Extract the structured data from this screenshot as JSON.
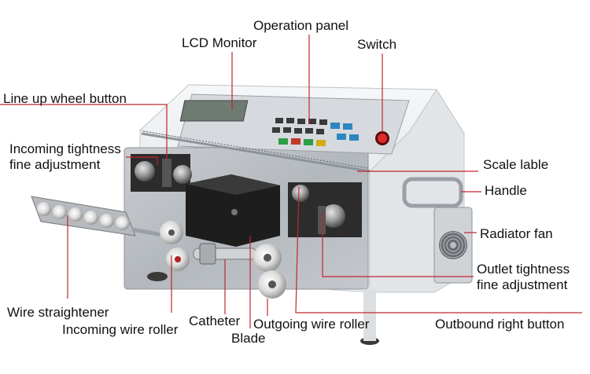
{
  "colors": {
    "leader_line": "#c1272d",
    "machine_body": "#eef0f2",
    "front_panel": "#b7bcc1",
    "rollers": "#dcdcdc",
    "text": "#111111"
  },
  "labels": {
    "operation_panel": "Operation panel",
    "lcd_monitor": "LCD Monitor",
    "switch": "Switch",
    "line_up_wheel_button": "Line up wheel button",
    "incoming_tightness_1": "Incoming tightness",
    "incoming_tightness_2": "fine adjustment",
    "scale_lable": "Scale lable",
    "handle": "Handle",
    "radiator_fan": "Radiator fan",
    "outlet_tightness_1": "Outlet tightness",
    "outlet_tightness_2": "fine adjustment",
    "wire_straightener": "Wire straightener",
    "incoming_wire_roller": "Incoming wire roller",
    "catheter": "Catheter",
    "blade": "Blade",
    "outgoing_wire_roller": "Outgoing wire roller",
    "outbound_right_button": "Outbound right button"
  },
  "icons": [
    "switch-icon",
    "radiator-fan-icon",
    "handle-icon"
  ]
}
